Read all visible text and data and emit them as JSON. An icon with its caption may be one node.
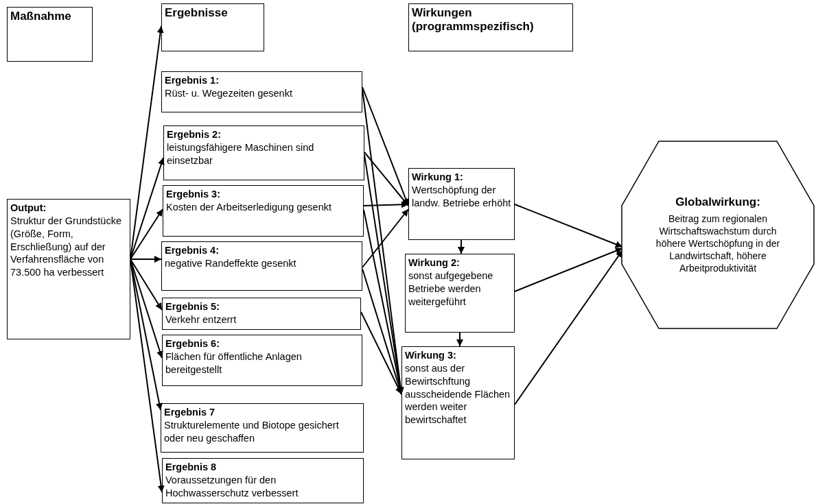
{
  "diagram": {
    "nodes": [
      {
        "text": [
          "Maßnahme"
        ]
      },
      {
        "text": [
          "Ergebnisse"
        ]
      },
      {
        "text": [
          "Wirkungen (programmspezifisch)"
        ]
      },
      {
        "text": [
          "Output:",
          "Struktur der Grundstücke (Größe, Form, Erschließung) auf der Verfahrensfläche von 73.500 ha verbessert"
        ]
      },
      {
        "text": [
          "Ergebnis 1:",
          "Rüst- u. Wegezeiten gesenkt"
        ]
      },
      {
        "text": [
          "Ergebnis 2:",
          "leistungsfähigere Maschinen sind einsetzbar"
        ]
      },
      {
        "text": [
          "Ergebnis 3:",
          "Kosten der Arbeitserledigung gesenkt"
        ]
      },
      {
        "text": [
          "Ergebnis 4:",
          "negative Randeffekte gesenkt"
        ]
      },
      {
        "text": [
          "Ergebnis 5:",
          "Verkehr entzerrt"
        ]
      },
      {
        "text": [
          "Ergebnis 6:",
          "Flächen für öffentliche Anlagen bereitgestellt"
        ]
      },
      {
        "text": [
          "Ergebnis 7",
          "Strukturelemente und Biotope gesichert oder neu geschaffen"
        ]
      },
      {
        "text": [
          "Ergebnis 8",
          "Voraussetzungen für den Hochwasserschutz verbessert"
        ]
      },
      {
        "text": [
          "Wirkung 1:",
          "Wertschöpfung der landw. Betriebe erhöht"
        ]
      },
      {
        "text": [
          "Wirkung 2:",
          "sonst aufgegebene Betriebe werden weitergeführt"
        ]
      },
      {
        "text": [
          "Wirkung 3:",
          "sonst aus der Bewirtschftung ausscheidende Flächen werden weiter bewirtschaftet"
        ]
      },
      {
        "text": [
          "Globalwirkung:",
          "Beitrag zum regionalen Wirtschaftswachstum durch höhere Wertschöpfung in der Landwirtschaft, höhere Arbeitproduktivität"
        ]
      }
    ],
    "edges": [
      {
        "from": 3,
        "to": 1,
        "arrow": "to"
      },
      {
        "from": 3,
        "to": 5,
        "arrow": "to"
      },
      {
        "from": 3,
        "to": 6,
        "arrow": "to"
      },
      {
        "from": 3,
        "to": 7,
        "arrow": "to"
      },
      {
        "from": 3,
        "to": 8,
        "arrow": "to"
      },
      {
        "from": 3,
        "to": 9,
        "arrow": "to"
      },
      {
        "from": 3,
        "to": 10,
        "arrow": "to"
      },
      {
        "from": 3,
        "to": 11,
        "arrow": "to"
      },
      {
        "from": 4,
        "to": 12,
        "arrow": "to"
      },
      {
        "from": 4,
        "to": 14,
        "arrow": "to"
      },
      {
        "from": 5,
        "to": 12,
        "arrow": "to"
      },
      {
        "from": 5,
        "to": 14,
        "arrow": "to"
      },
      {
        "from": 6,
        "to": 12,
        "arrow": "to"
      },
      {
        "from": 6,
        "to": 14,
        "arrow": "to"
      },
      {
        "from": 7,
        "to": 12,
        "arrow": "to"
      },
      {
        "from": 7,
        "to": 14,
        "arrow": "to"
      },
      {
        "from": 8,
        "to": 14,
        "arrow": "to"
      },
      {
        "from": 12,
        "to": 13,
        "arrow": "to"
      },
      {
        "from": 13,
        "to": 14,
        "arrow": "to"
      },
      {
        "from": 12,
        "to": 15,
        "arrow": "to"
      },
      {
        "from": 13,
        "to": 15,
        "arrow": "to"
      },
      {
        "from": 14,
        "to": 15,
        "arrow": "to"
      }
    ]
  }
}
